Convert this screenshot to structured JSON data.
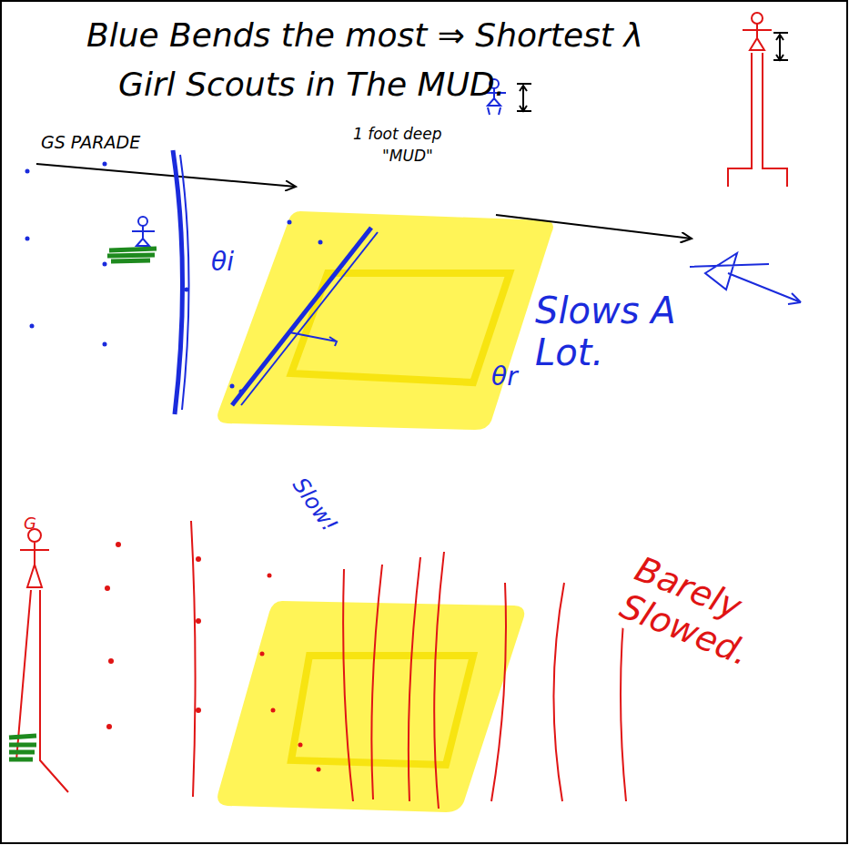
{
  "diagram": {
    "title": "Blue Bends the most ⇒ Shortest λ",
    "labels": [
      "Girl Scouts in The MUD.",
      "GS PARADE",
      "1 foot deep",
      "\"MUD\"",
      "θi",
      "θr",
      "Slows A Lot.",
      "Slow!",
      "Barely Slowed.",
      "G"
    ]
  }
}
